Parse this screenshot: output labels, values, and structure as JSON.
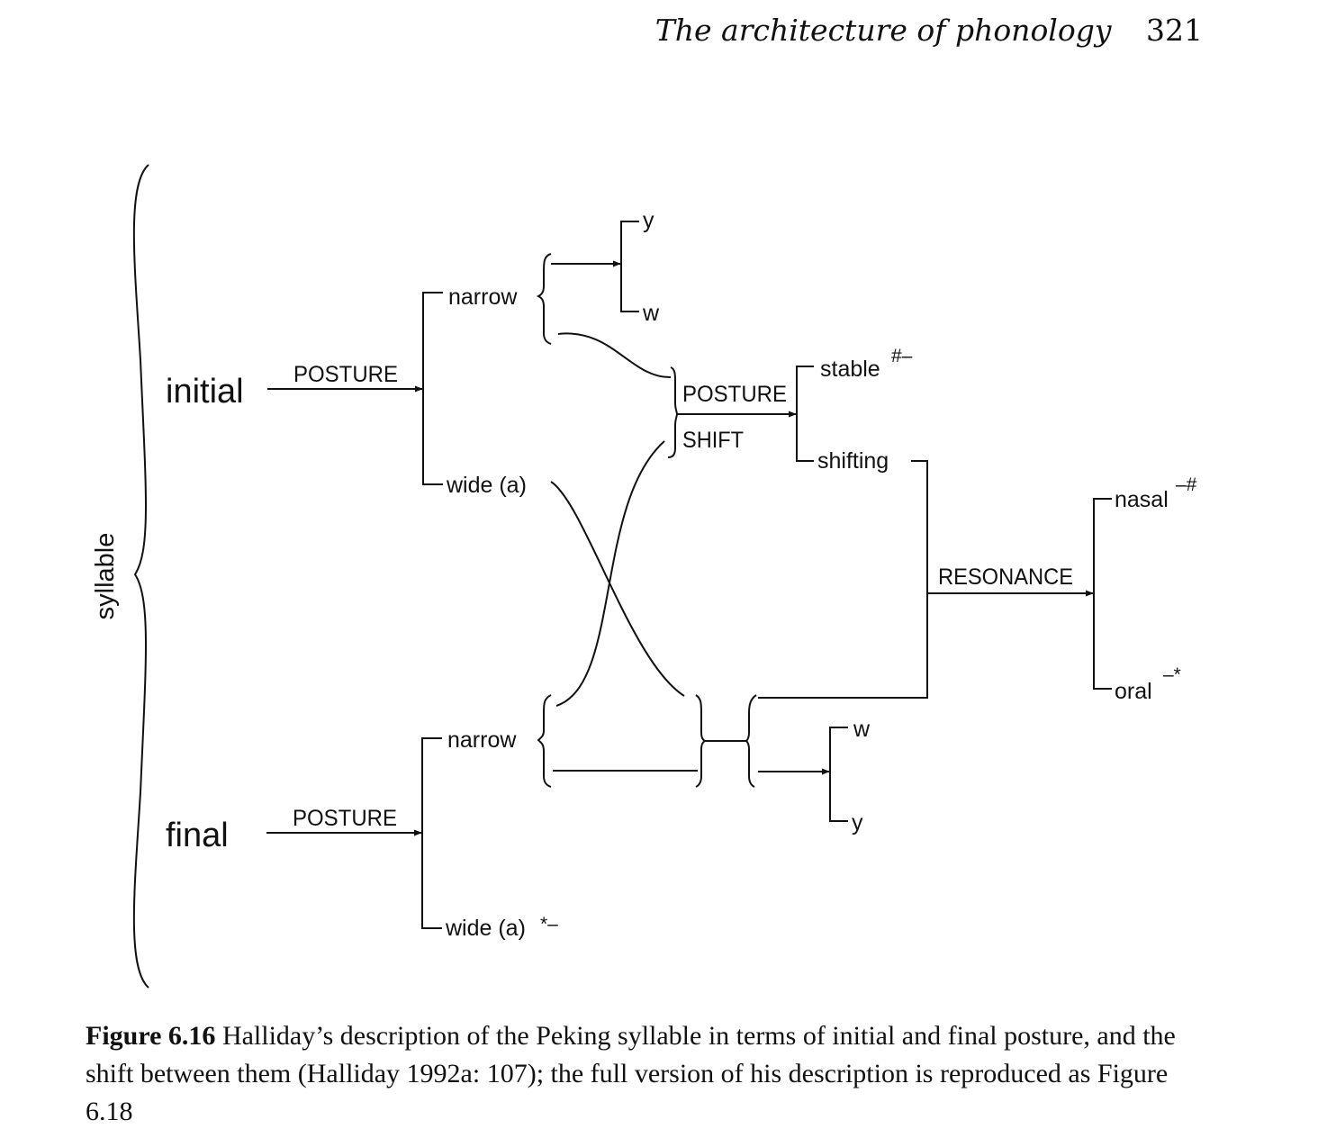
{
  "header": {
    "running_title": "The architecture of phonology",
    "page_number": "321"
  },
  "diagram": {
    "root": "syllable",
    "initial": "initial",
    "final": "final",
    "posture_initial": "POSTURE",
    "posture_final": "POSTURE",
    "initial_narrow": "narrow",
    "initial_wide": "wide (a)",
    "initial_y": "y",
    "initial_w": "w",
    "posture_shift_1": "POSTURE",
    "posture_shift_2": "SHIFT",
    "stable": "stable",
    "stable_mark": "#–",
    "shifting": "shifting",
    "resonance": "RESONANCE",
    "nasal": "nasal",
    "nasal_mark": "–#",
    "oral": "oral",
    "oral_mark": "–*",
    "final_narrow": "narrow",
    "final_wide": "wide (a)",
    "final_wide_mark": "*–",
    "final_w": "w",
    "final_y": "y"
  },
  "caption": {
    "label": "Figure 6.16",
    "text": "Halliday’s description of the Peking syllable in terms of initial and final posture, and the shift between them (Halliday 1992a: 107); the full version of his description is reproduced as Figure 6.18"
  }
}
